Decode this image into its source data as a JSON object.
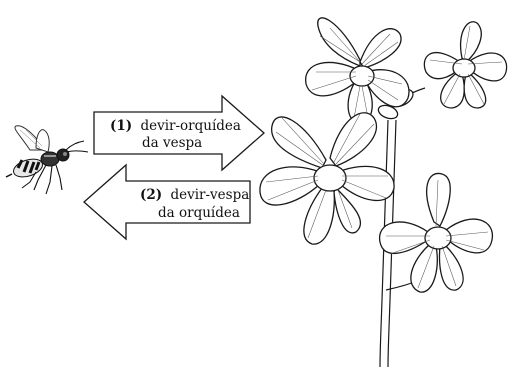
{
  "arrows": [
    {
      "number": "(1)",
      "line1": "devir-orquídea",
      "line2": "da vespa"
    },
    {
      "number": "(2)",
      "line1": "devir-vespa",
      "line2": "da orquídea"
    }
  ],
  "colors": {
    "ink": "#1a1a1a",
    "paper": "#ffffff"
  },
  "icons": [
    "wasp-illustration",
    "orchid-illustration"
  ]
}
